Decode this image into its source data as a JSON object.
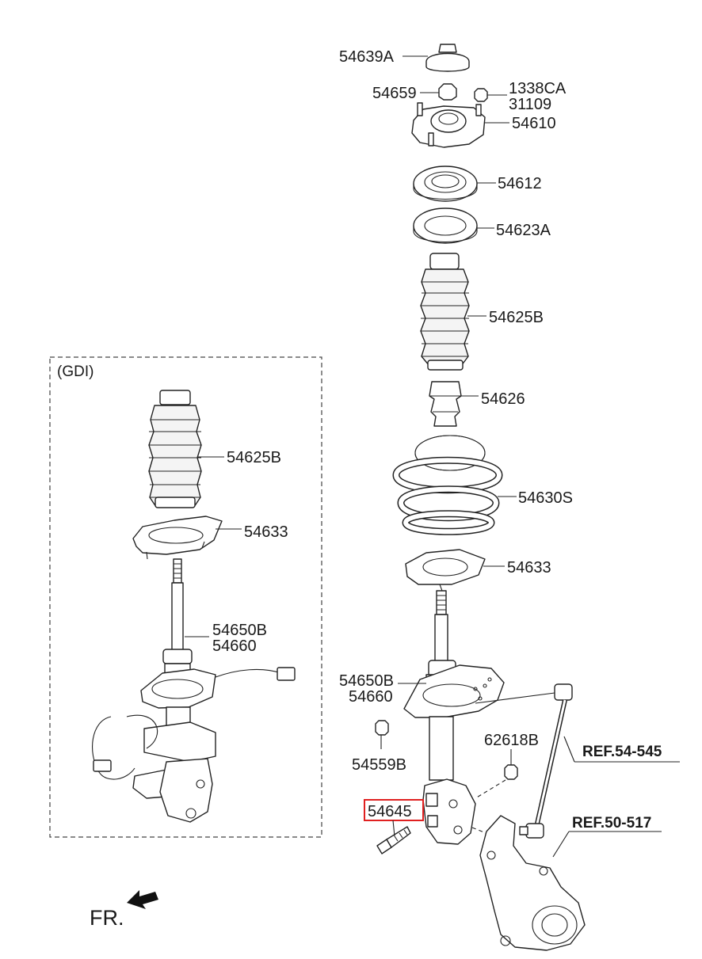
{
  "diagram": {
    "variant_box_label": "(GDI)",
    "front_indicator": "FR.",
    "highlight_color": "#e02020",
    "callouts_main": {
      "c54639A": "54639A",
      "c54659": "54659",
      "c1338CA": "1338CA",
      "c31109": "31109",
      "c54610": "54610",
      "c54612": "54612",
      "c54623A": "54623A",
      "c54625B": "54625B",
      "c54626": "54626",
      "c54630S": "54630S",
      "c54633": "54633",
      "c54650B": "54650B",
      "c54660": "54660",
      "c54559B": "54559B",
      "c62618B": "62618B",
      "c54645": "54645"
    },
    "callouts_gdi": {
      "c54625B": "54625B",
      "c54633": "54633",
      "c54650B": "54650B",
      "c54660": "54660"
    },
    "references": {
      "ref_stabilizer": "REF.54-545",
      "ref_knuckle": "REF.50-517"
    }
  }
}
